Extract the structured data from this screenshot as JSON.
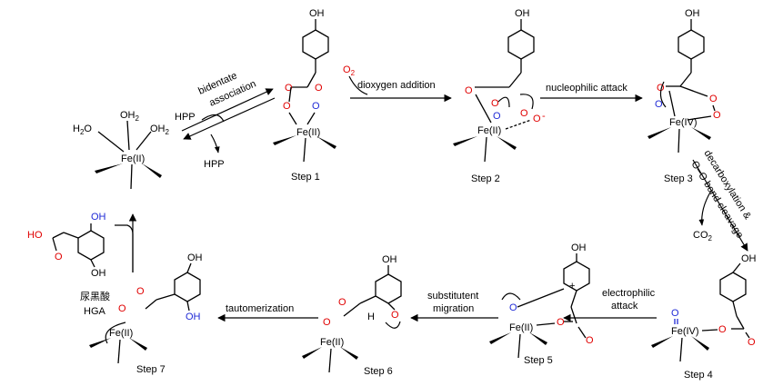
{
  "steps": {
    "s1": "Step 1",
    "s2": "Step 2",
    "s3": "Step 3",
    "s4": "Step 4",
    "s5": "Step 5",
    "s6": "Step 6",
    "s7": "Step 7"
  },
  "arrows": {
    "bidentate": "bidentate",
    "association": "association",
    "dioxygen": "dioxygen addition",
    "nucleophilic": "nucleophilic attack",
    "decarb1": "decarboxylation &",
    "decarb2": "O–O bond cleavage",
    "electrophilic1": "electrophilic",
    "electrophilic2": "attack",
    "substituent1": "substitutent",
    "substituent2": "migration",
    "tautomerization": "tautomerization"
  },
  "labels": {
    "hpp_in": "HPP",
    "hpp_out": "HPP",
    "o2": "O",
    "o2_sub": "2",
    "co2": "CO",
    "co2_sub": "2",
    "hga_cn": "尿黑酸",
    "hga": "HGA",
    "fe_ii": "Fe(II)",
    "fe_iv": "Fe(IV)",
    "oh": "OH",
    "ho": "HO",
    "o": "O",
    "h2o": "H",
    "oh2": "OH",
    "two": "2",
    "h": "H",
    "plus": "+",
    "minus": "-"
  }
}
